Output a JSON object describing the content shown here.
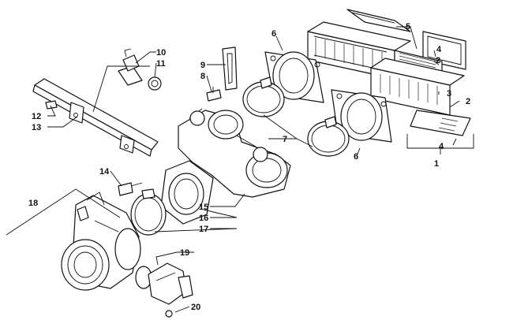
{
  "callouts": {
    "c1": "1",
    "c2a": "2",
    "c2b": "2",
    "c3": "3",
    "c4a": "4",
    "c4b": "4",
    "c5": "5",
    "c6a": "6",
    "c6b": "6",
    "c7": "7",
    "c8": "8",
    "c9": "9",
    "c10": "10",
    "c11": "11",
    "c12": "12",
    "c13": "13",
    "c14": "14",
    "c15": "15",
    "c16": "16",
    "c17": "17",
    "c18": "18",
    "c19": "19",
    "c20": "20"
  }
}
